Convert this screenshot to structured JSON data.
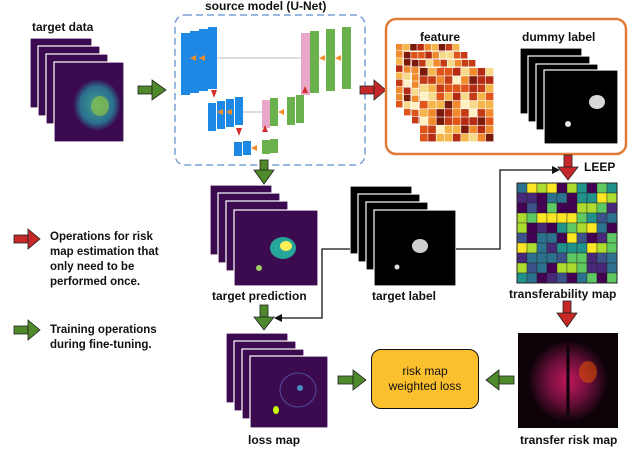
{
  "labels": {
    "target_data": "target data",
    "source_model": "source model (U-Net)",
    "feature": "feature",
    "dummy_label": "dummy label",
    "leep": "LEEP",
    "target_prediction": "target prediction",
    "target_label": "target label",
    "transferability_map": "transferability map",
    "loss_map": "loss map",
    "transfer_risk_map": "transfer risk map"
  },
  "risk_box": {
    "line1": "risk map",
    "line2": "weighted loss"
  },
  "legend": {
    "red_item": [
      "Operations for risk",
      "map estimation that",
      "only need to be",
      "performed once."
    ],
    "green_item": [
      "Training operations",
      "during fine-tuning."
    ]
  },
  "colors": {
    "red_arrow": "#c62828",
    "green_arrow": "#4e8a2b",
    "encoder_blue": "#1e88e5",
    "decoder_green": "#6ab04c",
    "source_box_border": "#7aa0d6",
    "feature_box_border": "#e07b39",
    "risk_box_fill": "#fbc02d",
    "dark_purple": "#3b0a4f"
  }
}
